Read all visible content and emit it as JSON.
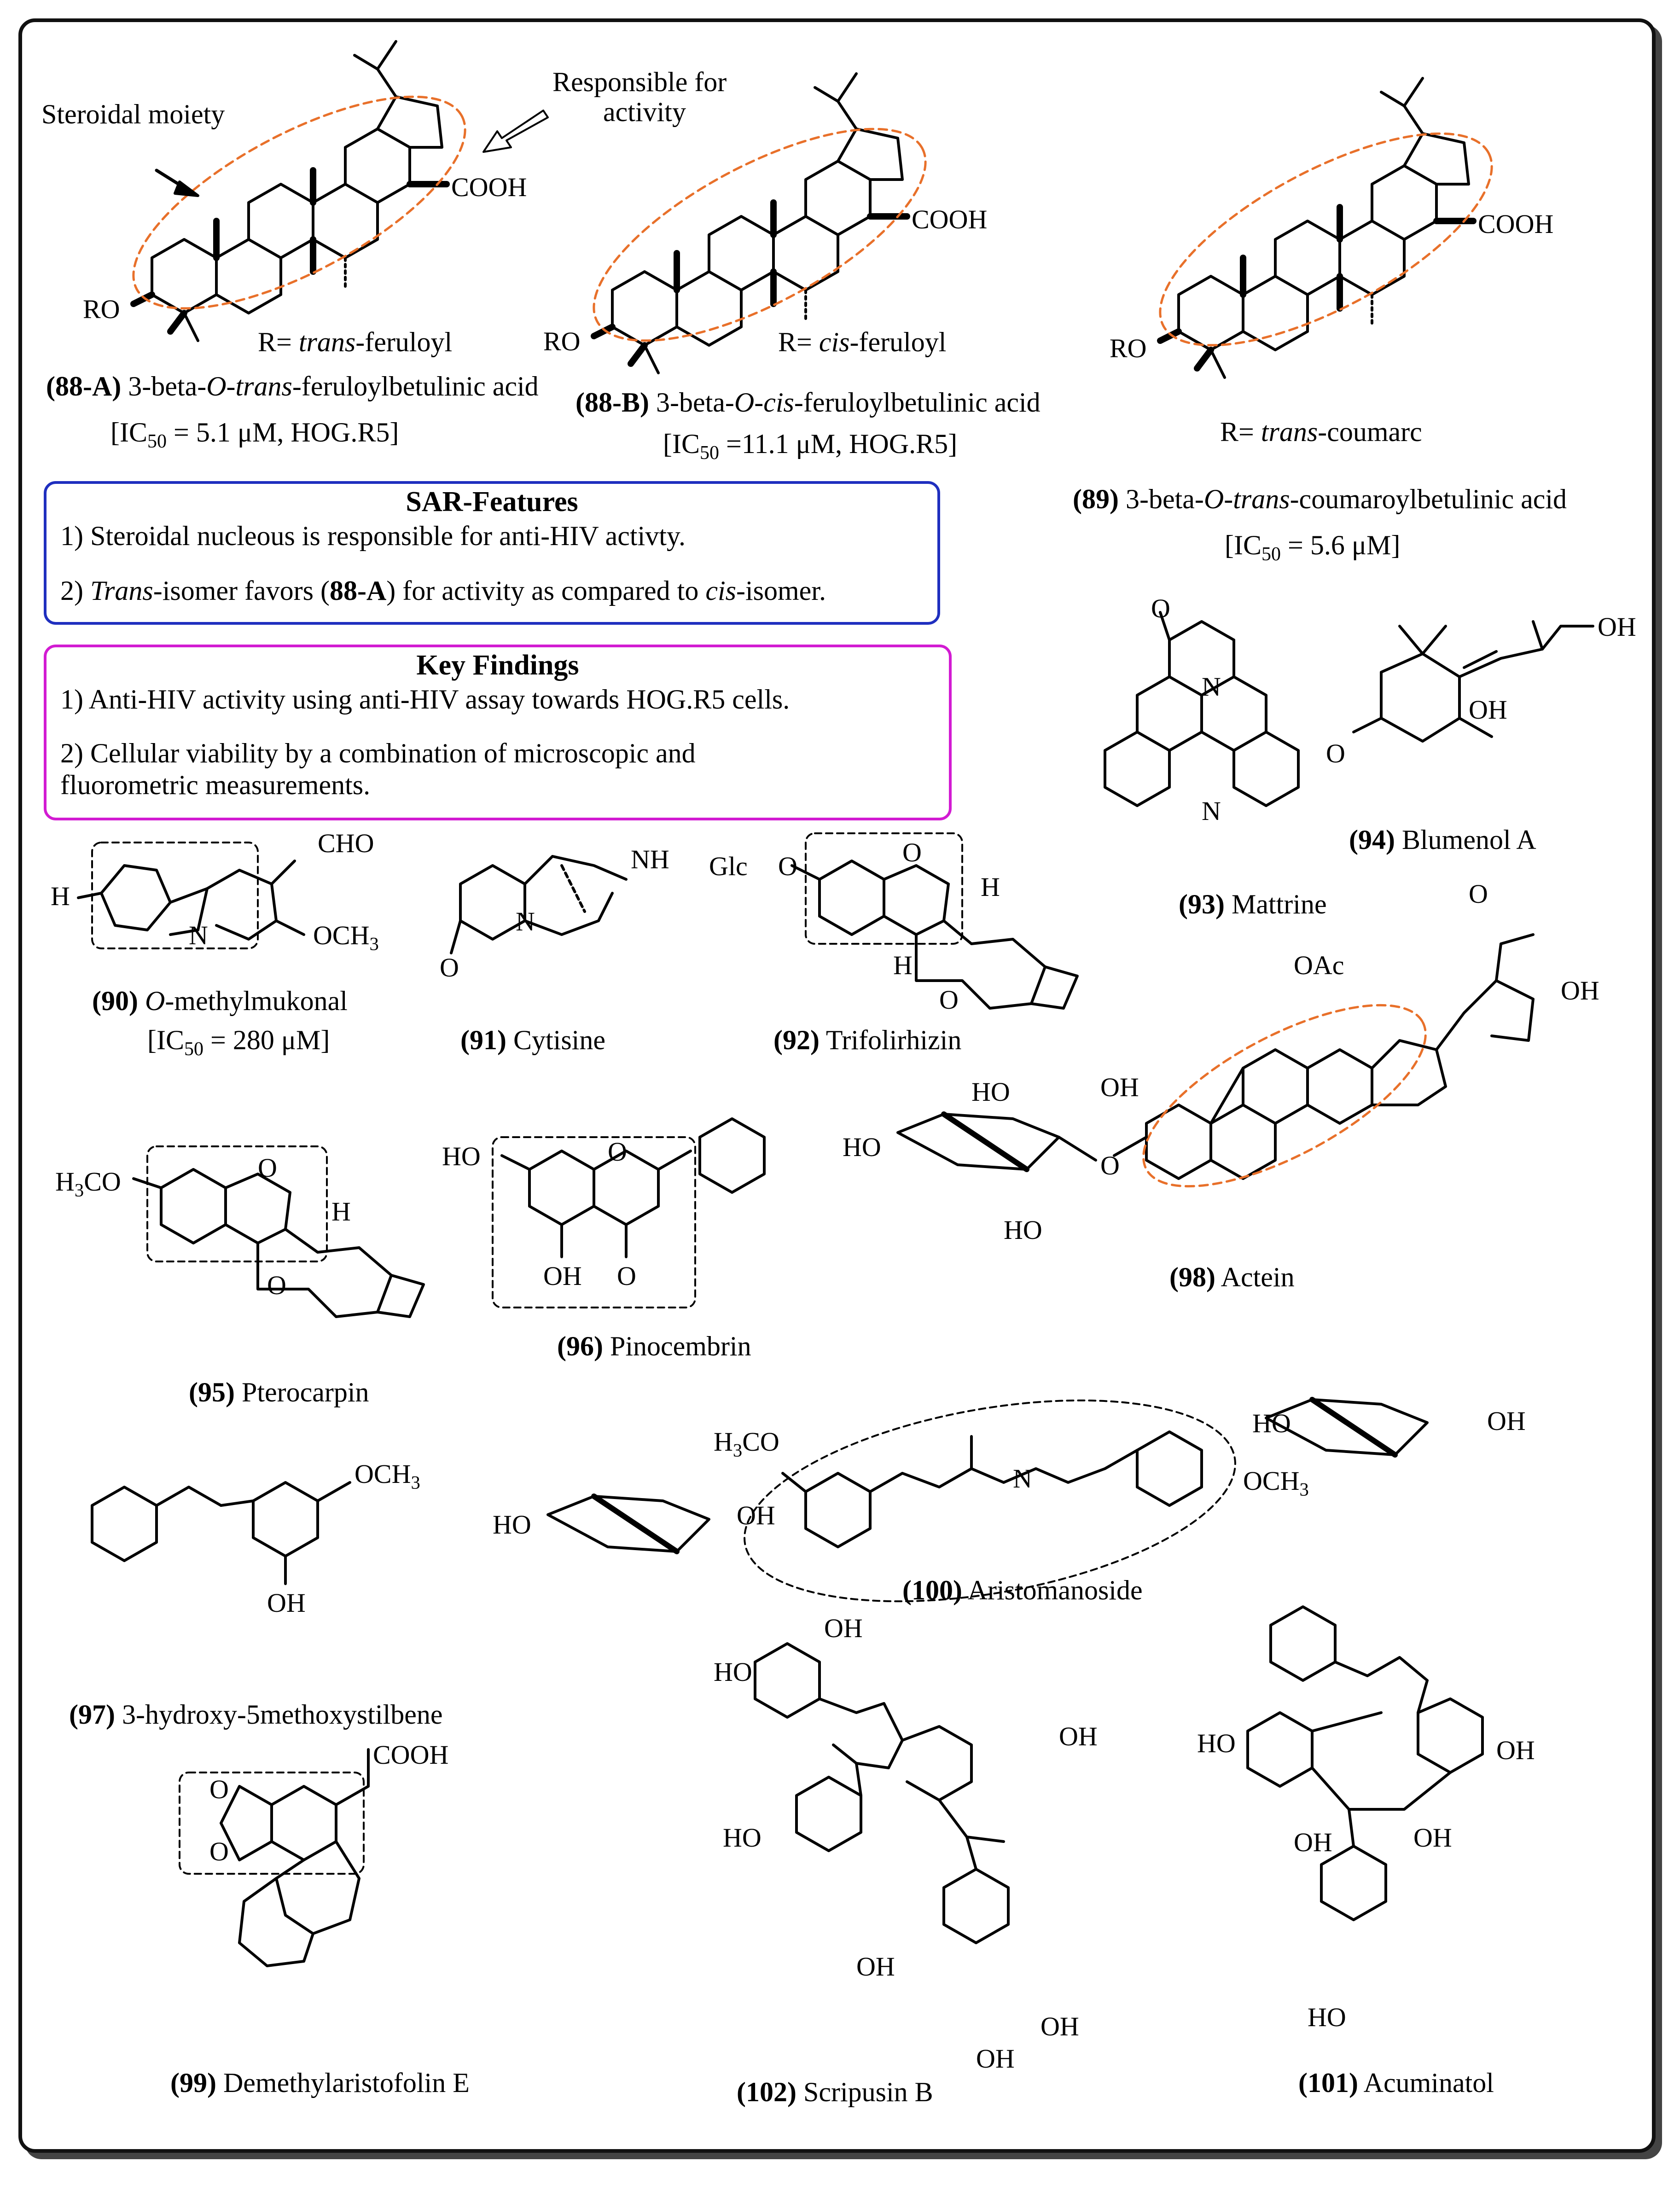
{
  "colors": {
    "frame": "#111111",
    "bonds": "#000000",
    "highlight_oval": "#E8702A",
    "sar_box": "#1F2FBF",
    "key_box": "#D21BD2",
    "dashed_box": "#000000"
  },
  "annotations": {
    "steroidal_moiety": "Steroidal moiety",
    "responsible_line1": "Responsible for",
    "responsible_line2": "activity"
  },
  "compounds": {
    "c88a": {
      "r_label": "R= ",
      "r_italic": "trans",
      "r_tail": "-feruloyl",
      "num": "(88-A)",
      "name_pre": " 3-beta-",
      "name_o": "O",
      "name_dash": "-",
      "name_it": "trans",
      "name_post": "-feruloylbetulinic acid",
      "ic_pre": "[IC",
      "ic_sub": "50",
      "ic_post": " = 5.1 μM, HOG.R5]"
    },
    "c88b": {
      "r_label": "R= ",
      "r_italic": "cis",
      "r_tail": "-feruloyl",
      "num": "(88-B)",
      "name_pre": " 3-beta-",
      "name_o": "O",
      "name_dash": "-",
      "name_it": "cis",
      "name_post": "-feruloylbetulinic acid",
      "ic_pre": "[IC",
      "ic_sub": "50",
      "ic_post": " =11.1 μM, HOG.R5]"
    },
    "c89": {
      "r_label": "R= ",
      "r_italic": "trans",
      "r_tail": "-coumarc",
      "num": "(89)",
      "name_pre": " 3-beta-",
      "name_o": "O",
      "name_dash": "-",
      "name_it": "trans",
      "name_post": "-coumaroylbetulinic acid",
      "ic_pre": "[IC",
      "ic_sub": "50",
      "ic_post": " = 5.6 μM]"
    },
    "c90": {
      "num": "(90)",
      "name_it": " O",
      "name_post": "-methylmukonal",
      "ic_pre": "[IC",
      "ic_sub": "50",
      "ic_post": " = 280 μM]"
    },
    "c91": {
      "num": "(91)",
      "name": " Cytisine"
    },
    "c92": {
      "num": "(92)",
      "name": " Trifolirhizin"
    },
    "c93": {
      "num": "(93)",
      "name": " Mattrine"
    },
    "c94": {
      "num": "(94)",
      "name": " Blumenol A"
    },
    "c95": {
      "num": "(95)",
      "name": " Pterocarpin"
    },
    "c96": {
      "num": "(96)",
      "name": " Pinocembrin"
    },
    "c97": {
      "num": "(97)",
      "name": " 3-hydroxy-5methoxystilbene"
    },
    "c98": {
      "num": "(98)",
      "name": " Actein"
    },
    "c99": {
      "num": "(99)",
      "name": " Demethylaristofolin E"
    },
    "c100": {
      "num": "(100)",
      "name": " Aristomanoside"
    },
    "c101": {
      "num": "(101)",
      "name": " Acuminatol"
    },
    "c102": {
      "num": "(102)",
      "name": " Scripusin B"
    }
  },
  "sar_box": {
    "title": "SAR-Features",
    "line1": "1) Steroidal nucleous is responsible for anti-HIV activty.",
    "line2_pre": "2) ",
    "line2_it": "Trans",
    "line2_mid": "-isomer favors (",
    "line2_bold": "88-A",
    "line2_mid2": ") for activity as compared to ",
    "line2_it2": "cis",
    "line2_post": "-isomer."
  },
  "key_box": {
    "title": "Key Findings",
    "line1": "1) Anti-HIV activity using anti-HIV assay towards HOG.R5 cells.",
    "line2a": "2) Cellular viability by a combination of microscopic and",
    "line2b": "fluorometric measurements."
  },
  "atoms": {
    "cooh": "COOH",
    "ro": "RO",
    "cho": "CHO",
    "och3": "OCH",
    "three": "3",
    "h": "H",
    "n": "N",
    "nh": "NH",
    "o": "O",
    "oh": "OH",
    "ho": "HO",
    "glc": "Glc",
    "h3co": "H",
    "co": "CO",
    "oac": "OAc"
  }
}
